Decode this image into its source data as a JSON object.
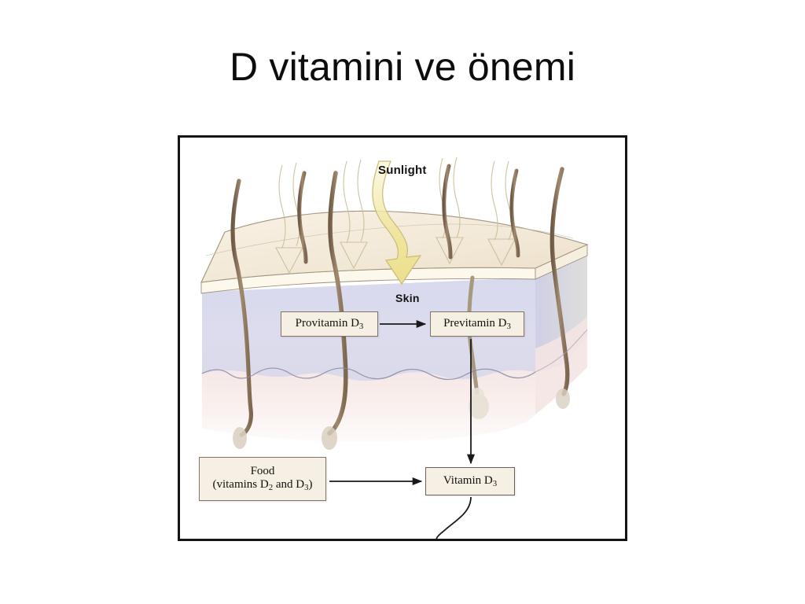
{
  "slide": {
    "title": "D vitamini ve önemi",
    "background_color": "#ffffff"
  },
  "figure": {
    "frame_color": "#151515",
    "labels": {
      "sunlight": "Sunlight",
      "skin": "Skin"
    },
    "boxes": {
      "provitamin": {
        "text": "Provitamin D",
        "sub": "3"
      },
      "previtamin": {
        "text": "Previtamin D",
        "sub": "3"
      },
      "food": {
        "line1": "Food",
        "line2_a": "(vitamins D",
        "line2_sub1": "2",
        "line2_b": " and D",
        "line2_sub2": "3",
        "line2_c": ")"
      },
      "vitamind3": {
        "text": "Vitamin D",
        "sub": "3"
      }
    },
    "colors": {
      "epidermis_top": "#f4ead9",
      "dermis": "#dcdcee",
      "hypodermis": "#f7e6e5",
      "sunbeam_fill": "#f2e6a6",
      "sunbeam_outline": "#c9bf86",
      "hair": "#8f7a63",
      "box_fill": "#f6efe4",
      "box_border": "#7e7468",
      "arrow": "#1a1a1a"
    },
    "flow": {
      "steps": [
        "Sunlight",
        "Provitamin D3",
        "Previtamin D3",
        "Vitamin D3",
        "Food (vitamins D2 and D3)"
      ],
      "arrows": [
        {
          "from": "Provitamin D3",
          "to": "Previtamin D3"
        },
        {
          "from": "Previtamin D3",
          "to": "Vitamin D3"
        },
        {
          "from": "Food (vitamins D2 and D3)",
          "to": "Vitamin D3"
        }
      ]
    }
  }
}
